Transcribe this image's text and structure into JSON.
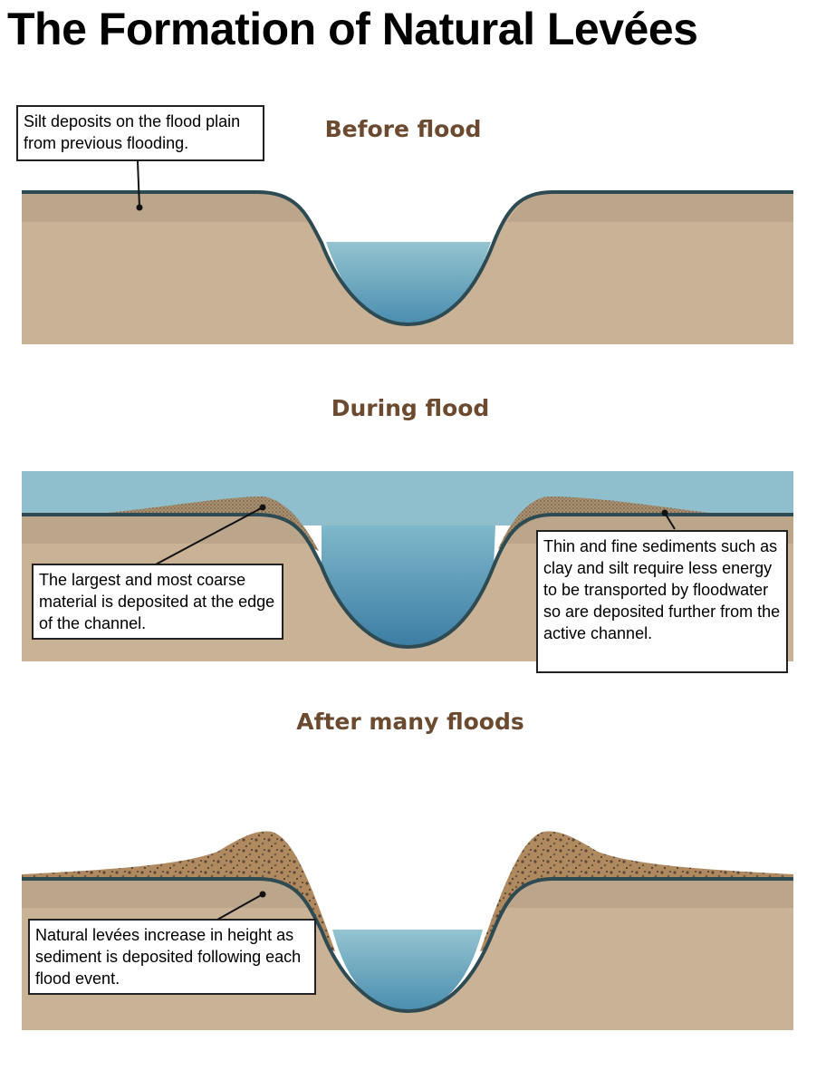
{
  "title": "The Formation of Natural Levées",
  "panels": {
    "before": {
      "heading": "Before flood",
      "callout": "Silt deposits on the flood plain from previous flooding."
    },
    "during": {
      "heading": "During flood",
      "callout_left": "The largest and most coarse material is deposited at the edge of the channel.",
      "callout_right": "Thin and fine sediments such as clay and silt require less energy to be transported by floodwater so are deposited further from the active channel."
    },
    "after": {
      "heading": "After many floods",
      "callout": "Natural levées increase in height as sediment is deposited following each flood event."
    }
  },
  "colors": {
    "ground": "#c9b295",
    "silt_layer": "#bba58b",
    "ground_outline": "#2e4a52",
    "water_light": "#8fbfcc",
    "water_deep": "#3f7ea0",
    "sediment": "#9c7a55",
    "heading": "#6b4a2f"
  }
}
